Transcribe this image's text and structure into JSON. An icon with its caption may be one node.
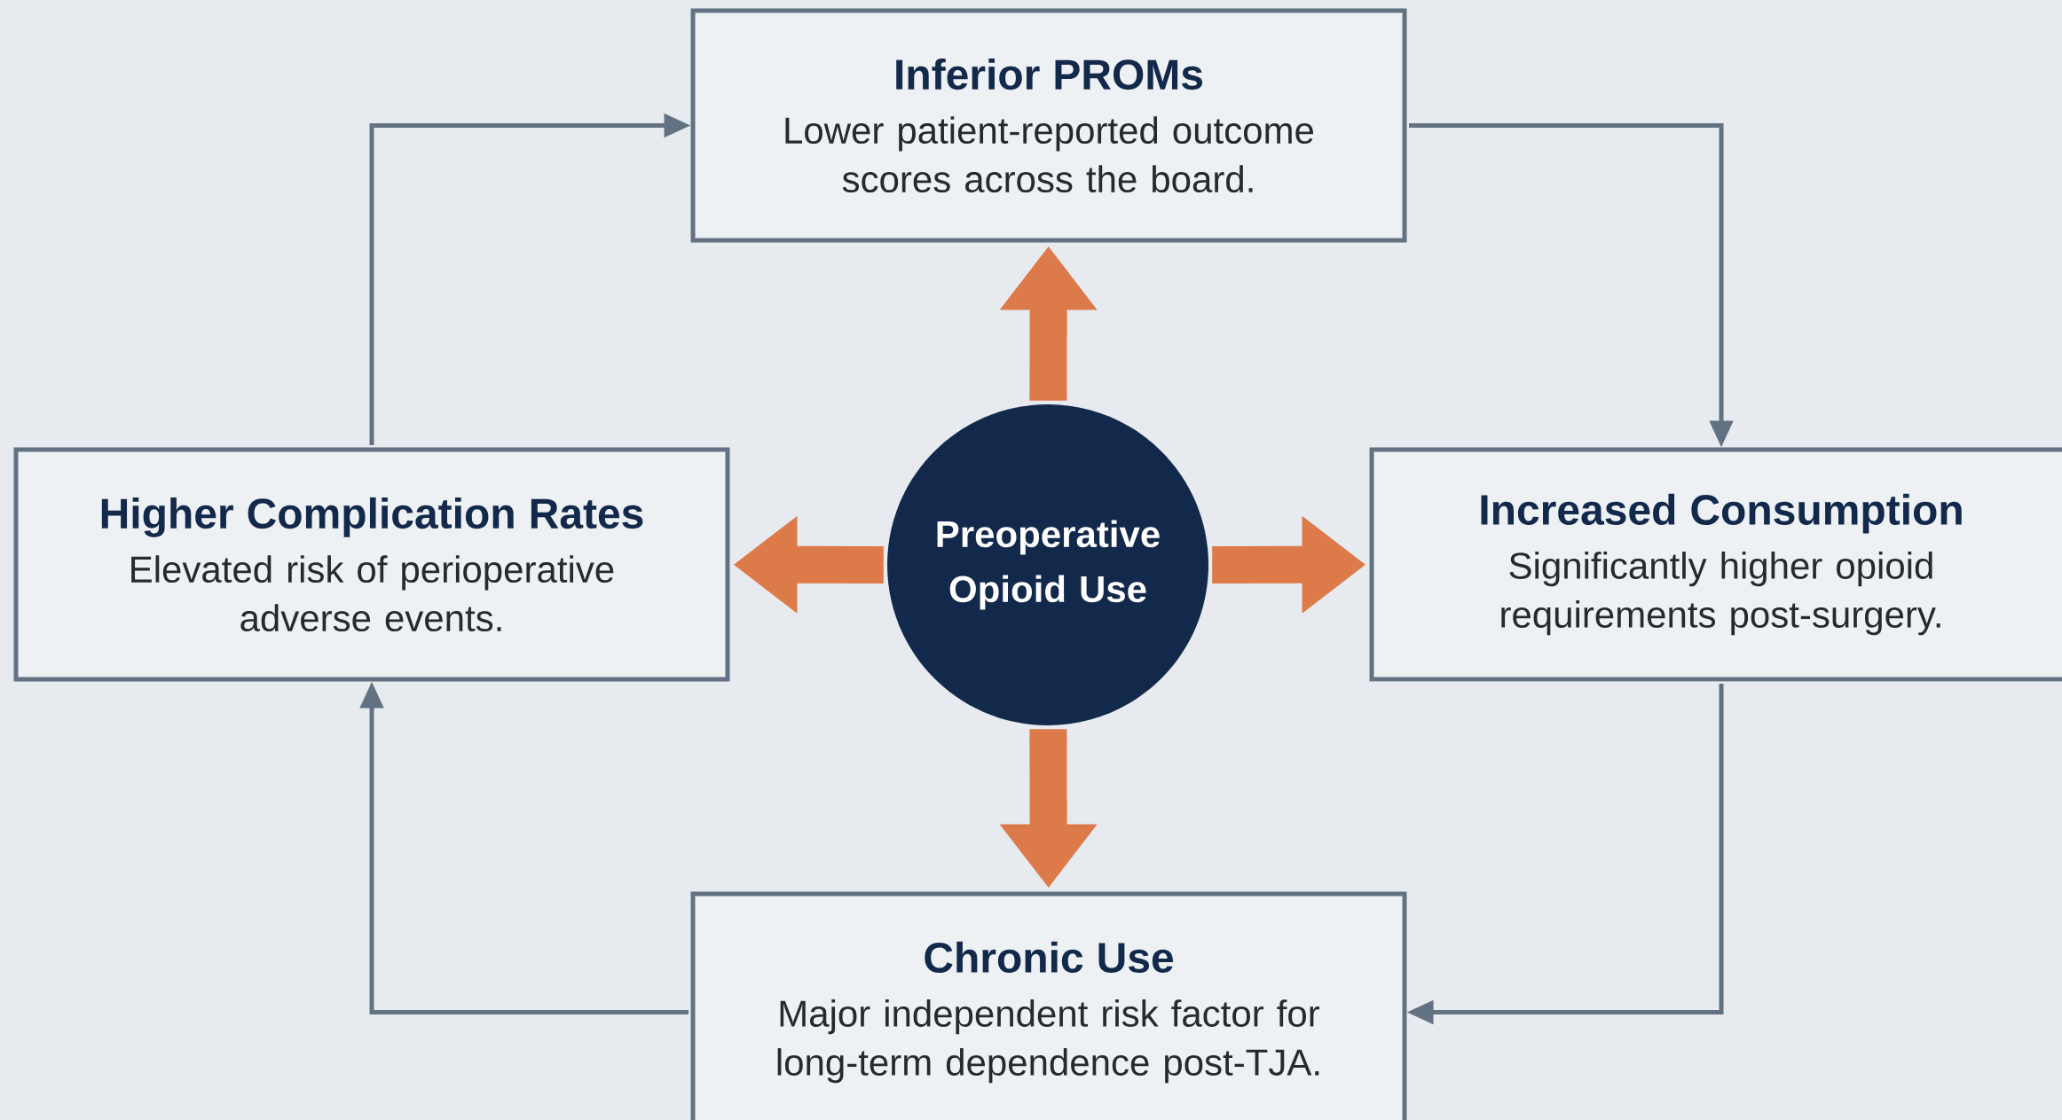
{
  "diagram": {
    "nodes": [
      {
        "text": [
          "Inferior PROMs",
          "Lower patient-reported outcome scores across the board."
        ]
      },
      {
        "text": [
          "Higher Complication Rates",
          "Elevated risk of perioperative adverse events."
        ]
      },
      {
        "text": [
          "Preoperative Opioid Use"
        ]
      },
      {
        "text": [
          "Increased Consumption",
          "Significantly higher opioid requirements post-surgery."
        ]
      },
      {
        "text": [
          "Chronic Use",
          "Major independent risk factor for long-term dependence post-TJA."
        ]
      }
    ],
    "edges": [
      {
        "from": 2,
        "to": 0,
        "arrow": "to",
        "style": "thick",
        "color": "#dd7a4a"
      },
      {
        "from": 2,
        "to": 1,
        "arrow": "to",
        "style": "thick",
        "color": "#dd7a4a"
      },
      {
        "from": 2,
        "to": 3,
        "arrow": "to",
        "style": "thick",
        "color": "#dd7a4a"
      },
      {
        "from": 2,
        "to": 4,
        "arrow": "to",
        "style": "thick",
        "color": "#dd7a4a"
      },
      {
        "from": 0,
        "to": 3,
        "arrow": "to",
        "color": "#627282"
      },
      {
        "from": 3,
        "to": 4,
        "arrow": "to",
        "color": "#627282"
      },
      {
        "from": 4,
        "to": 1,
        "arrow": "to",
        "color": "#627282"
      },
      {
        "from": 1,
        "to": 0,
        "arrow": "to",
        "color": "#627282"
      }
    ]
  }
}
